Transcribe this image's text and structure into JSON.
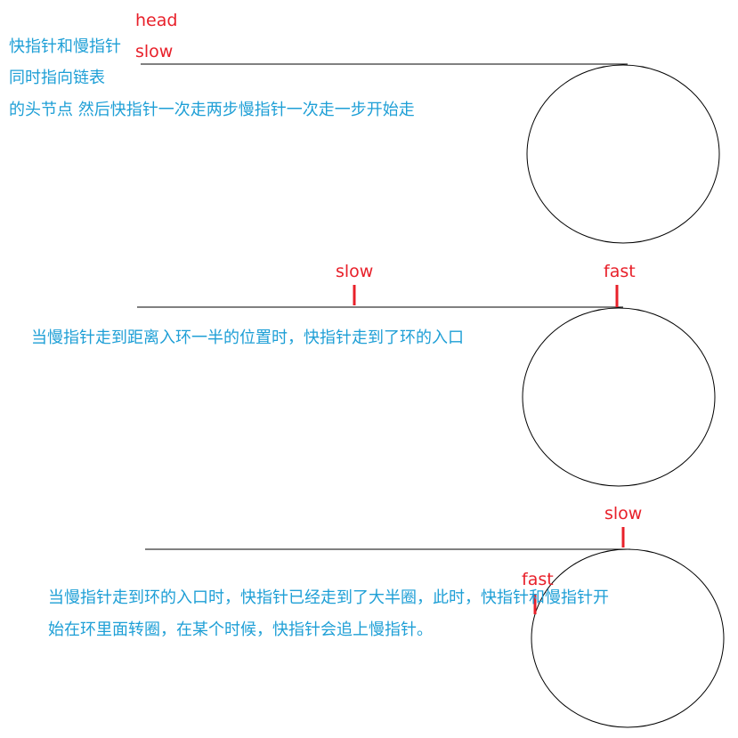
{
  "colors": {
    "pointer": "#e8202a",
    "caption": "#1e9fd6",
    "stroke": "#000000"
  },
  "stage1": {
    "head_label": "head",
    "slow_label": "slow",
    "caption_lines": [
      "快指针和慢指针",
      "同时指向链表",
      "的头节点 然后快指针一次走两步慢指针一次走一步开始走"
    ]
  },
  "stage2": {
    "slow_label": "slow",
    "fast_label": "fast",
    "caption": "当慢指针走到距离入环一半的位置时，快指针走到了环的入口"
  },
  "stage3": {
    "slow_label": "slow",
    "fast_label": "fast",
    "caption_lines": [
      "当慢指针走到环的入口时，快指针已经走到了大半圈，此时，快指针和慢指针开",
      "始在环里面转圈，在某个时候，快指针会追上慢指针。"
    ]
  }
}
